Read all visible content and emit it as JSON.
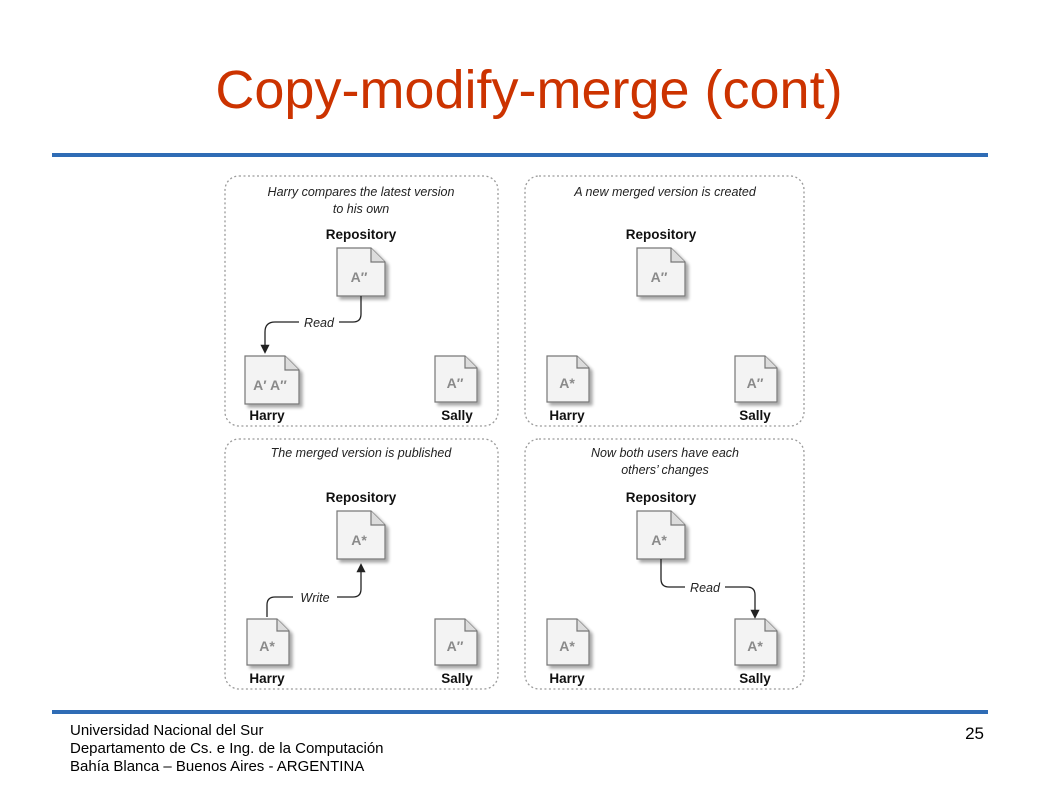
{
  "slide": {
    "title": "Copy-modify-merge (cont)",
    "page_number": "25"
  },
  "footer": {
    "line1": "Universidad Nacional del Sur",
    "line2": "Departamento de Cs. e Ing. de la Computación",
    "line3": "Bahía Blanca – Buenos Aires - ARGENTINA"
  },
  "diagram": {
    "repository_label": "Repository",
    "harry_label": "Harry",
    "sally_label": "Sally",
    "panels": [
      {
        "caption_lines": [
          "Harry compares the latest version",
          "to his own"
        ],
        "repository_doc": "A″",
        "harry_doc": "A′ A″",
        "sally_doc": "A″",
        "arrow_label": "Read"
      },
      {
        "caption_lines": [
          "A new merged version is created"
        ],
        "repository_doc": "A″",
        "harry_doc": "A*",
        "sally_doc": "A″",
        "arrow_label": ""
      },
      {
        "caption_lines": [
          "The merged version is published"
        ],
        "repository_doc": "A*",
        "harry_doc": "A*",
        "sally_doc": "A″",
        "arrow_label": "Write"
      },
      {
        "caption_lines": [
          "Now both users have each",
          "others’ changes"
        ],
        "repository_doc": "A*",
        "harry_doc": "A*",
        "sally_doc": "A*",
        "arrow_label": "Read"
      }
    ]
  }
}
